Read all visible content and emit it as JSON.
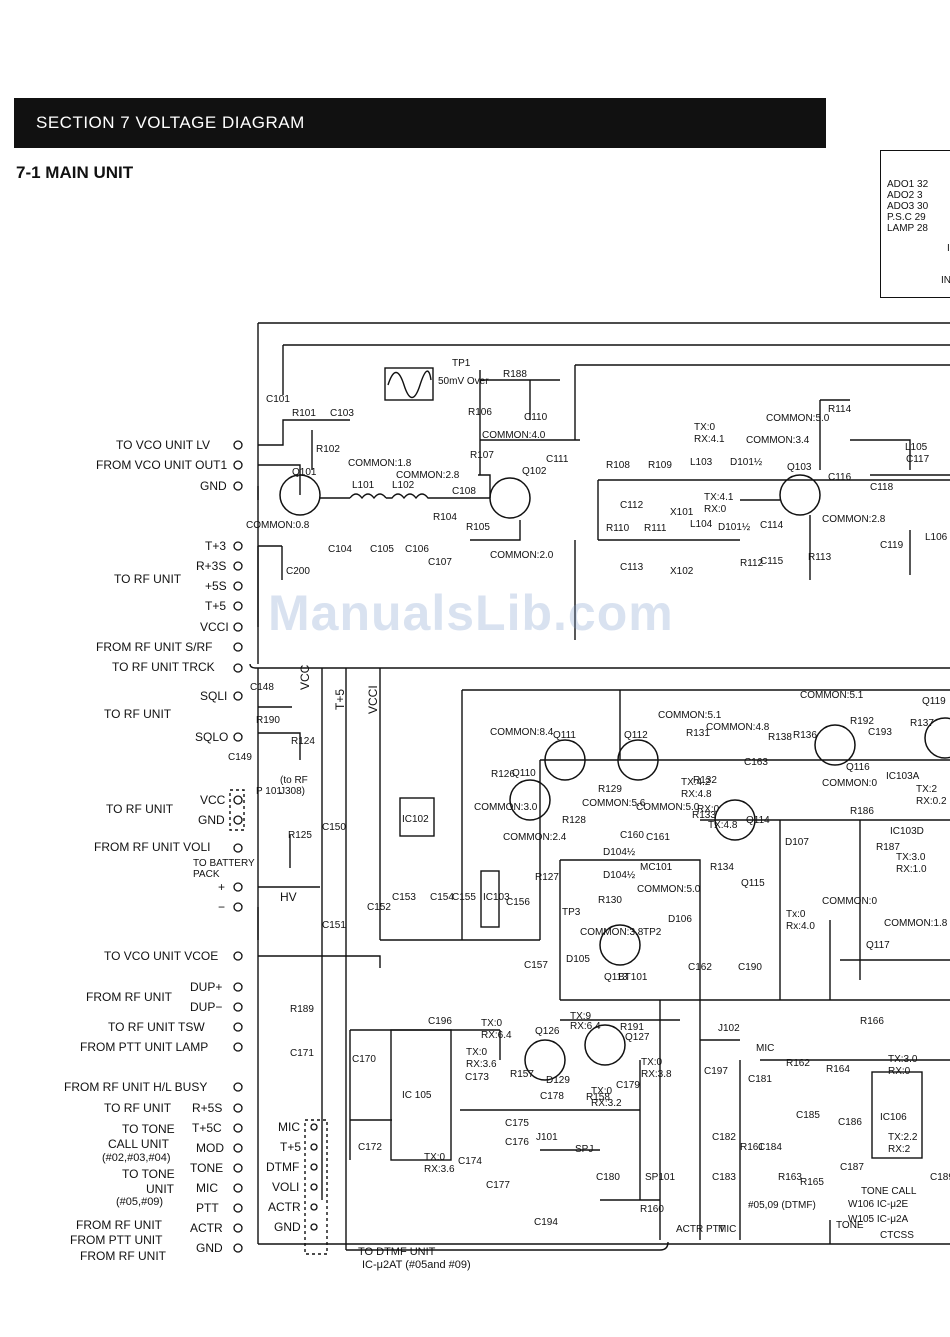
{
  "header": {
    "section_title": "SECTION 7   VOLTAGE DIAGRAM",
    "subsection_title": "7-1  MAIN UNIT"
  },
  "corner_box": {
    "lines": [
      "ADO1 32",
      "ADO2 3",
      "ADO3 30",
      "P.S.C 29",
      "LAMP 28",
      "I",
      "IN"
    ]
  },
  "watermark": "ManualsLib.com",
  "connector_labels": {
    "vco_lv": "TO VCO UNIT   LV",
    "vco_out1": "FROM VCO UNIT OUT1",
    "gnd_top": "GND",
    "t3": "T+3",
    "r3s": "R+3S",
    "p5s": "+5S",
    "t5": "T+5",
    "vcci": "VCCI",
    "to_rf_unit_1": "TO RF UNIT",
    "s_rf": "FROM RF UNIT S/RF",
    "trck": "TO  RF UNIT TRCK",
    "sqli": "SQLI",
    "sqlo": "SQLO",
    "to_rf_unit_2": "TO RF UNIT",
    "vcc": "VCC",
    "gnd_p101": "GND",
    "to_rf_unit_3": "TO RF UNIT",
    "voli": "FROM  RF UNIT  VOLI",
    "battery": "TO BATTERY PACK",
    "plus": "+",
    "minus": "−",
    "hv": "HV",
    "vcoe": "TO  VCO UNIT  VCOE",
    "dup_plus": "DUP+",
    "dup_minus": "DUP−",
    "from_rf_unit_dup": "FROM RF UNIT",
    "tsw": "TO RF UNIT   TSW",
    "lamp": "FROM PTT UNIT LAMP",
    "busy": "FROM RF UNIT H/L BUSY",
    "r5s": "R+5S",
    "to_rf_unit_4": "TO  RF UNIT",
    "t5c": "T+5C",
    "mod": "MOD",
    "to_tone_call": "TO TONE",
    "call_unit": "CALL UNIT",
    "call_unit_num": "(#02,#03,#04)",
    "tone": "TONE",
    "to_tone_unit": "TO TONE",
    "tone_unit": "UNIT",
    "tone_unit_num": "(#05,#09)",
    "mic": "MIC",
    "ptt": "PTT",
    "actr": "ACTR",
    "gnd_bottom": "GND",
    "from_rf_unit_a": "FROM RF UNIT",
    "from_ptt_unit": "FROM PTT UNIT",
    "from_rf_unit_b": "FROM RF UNIT",
    "to_dtmf": "TO DTMF UNIT",
    "dtmf_model": "IC-μ2AT (#05and #09)",
    "j_mic": "MIC",
    "j_t5": "T+5",
    "j_dtmf": "DTMF",
    "j_voli": "VOLI",
    "j_actr": "ACTR",
    "j_gnd": "GND",
    "p101": "P 101",
    "to_rf_j308": "(to RF J308)",
    "rail_vcc": "VCC",
    "rail_t5": "T+5",
    "rail_vcci": "VCCI"
  },
  "components": {
    "q101": "Q101",
    "q102": "Q102",
    "q103": "Q103",
    "q110": "Q110",
    "q111": "Q111",
    "q112": "Q112",
    "q113": "Q113",
    "q114": "Q114",
    "q115": "Q115",
    "q116": "Q116",
    "q117": "Q117",
    "q119": "Q119",
    "q126": "Q126",
    "q127": "Q127",
    "ic102": "IC102",
    "ic103": "IC103",
    "ic105": "IC 105",
    "ic106": "IC106",
    "ic103a": "IC103A",
    "ic103d": "IC103D",
    "tp1": "TP1",
    "tp2": "TP2",
    "tp3": "TP3",
    "x101": "X101",
    "x102": "X102",
    "l101": "L101",
    "l102": "L102",
    "l103": "L103",
    "l104": "L104",
    "l105": "L105",
    "l106": "L106",
    "d101a": "D101½",
    "d101b": "D101½",
    "d104a": "D104½",
    "d104b": "D104½",
    "d105": "D105",
    "d106": "D106",
    "d107": "D107",
    "d129": "D129",
    "j101": "J101",
    "j102": "J102",
    "mc101": "MC101",
    "sp101": "SP101",
    "bt101": "BT101",
    "spj": "SPJ",
    "mic_j": "MIC",
    "r101": "R101",
    "r102": "R102",
    "r104": "R104",
    "r105": "R105",
    "r106": "R106",
    "r107": "R107",
    "r108": "R108",
    "r109": "R109",
    "r110": "R110",
    "r111": "R111",
    "r112": "R112",
    "r113": "R113",
    "r114": "R114",
    "r124": "R124",
    "r125": "R125",
    "r126": "R126",
    "r127": "R127",
    "r128": "R128",
    "r129": "R129",
    "r130": "R130",
    "r131": "R131",
    "r132": "R132",
    "r133": "R133",
    "r134": "R134",
    "r136": "R136",
    "r137": "R137",
    "r138": "R138",
    "r157": "R157",
    "r158": "R158",
    "r160": "R160",
    "r161": "R161",
    "r162": "R162",
    "r163": "R163",
    "r164": "R164",
    "r165": "R165",
    "r166": "R166",
    "r186": "R186",
    "r187": "R187",
    "r188": "R188",
    "r189": "R189",
    "r190": "R190",
    "r191": "R191",
    "r192": "R192",
    "c101": "C101",
    "c103": "C103",
    "c104": "C104",
    "c105": "C105",
    "c106": "C106",
    "c107": "C107",
    "c108": "C108",
    "c110": "C110",
    "c111": "C111",
    "c112": "C112",
    "c113": "C113",
    "c114": "C114",
    "c115": "C115",
    "c116": "C116",
    "c117": "C117",
    "c118": "C118",
    "c119": "C119",
    "c148": "C148",
    "c149": "C149",
    "c150": "C150",
    "c151": "C151",
    "c152": "C152",
    "c153": "C153",
    "c154": "C154",
    "c155": "C155",
    "c156": "C156",
    "c157": "C157",
    "c160": "C160",
    "c161": "C161",
    "c162": "C162",
    "c163": "C163",
    "c170": "C170",
    "c171": "C171",
    "c172": "C172",
    "c173": "C173",
    "c174": "C174",
    "c175": "C175",
    "c176": "C176",
    "c177": "C177",
    "c178": "C178",
    "c179": "C179",
    "c180": "C180",
    "c181": "C181",
    "c182": "C182",
    "c183": "C183",
    "c184": "C184",
    "c185": "C185",
    "c186": "C186",
    "c187": "C187",
    "c189": "C189",
    "c190": "C190",
    "c193": "C193",
    "c194": "C194",
    "c196": "C196",
    "c197": "C197",
    "c200": "C200",
    "w106": "W106 IC-μ2E",
    "w105": "W105 IC-μ2A",
    "tone_call": "TONE CALL",
    "dtmf_note": "#05,09 (DTMF)",
    "ctcss": "CTCSS",
    "tone_v": "TONE",
    "mic_v": "MIC",
    "actr_ptt": "ACTR PTT"
  },
  "voltages": {
    "scope": "50mV Over",
    "q101_common": "COMMON:0.8",
    "l101_common": "COMMON:1.8",
    "l102_common": "COMMON:2.8",
    "q102_common40": "COMMON:4.0",
    "q102_common20": "COMMON:2.0",
    "l103_tx": "TX:0",
    "l103_rx": "RX:4.1",
    "x_tx": "TX:4.1",
    "x_rx": "RX:0",
    "q103_common50": "COMMON:5.0",
    "q103_common34": "COMMON:3.4",
    "q103_common28": "COMMON:2.8",
    "q111_common": "COMMON:8.4",
    "q112_common": "COMMON:5.1",
    "q110_common30": "COMMON:3.0",
    "q110_common24": "COMMON:2.4",
    "r129_common": "COMMON:5.6",
    "c160_common": "COMMON:5.0",
    "r131_common": "COMMON:4.8",
    "q114_tx": "TX:4.2",
    "q114_rx": "RX:4.8",
    "q114_tx48": "TX:4.8",
    "q114_rx0": "RX:0",
    "d104_common": "COMMON:5.0",
    "q113_common": "COMMON:3.8",
    "q115_tx": "Tx:0",
    "q115_rx": "Rx:4.0",
    "q116_common": "COMMON:5.1",
    "ic103_common0": "COMMON:0",
    "ic103a_tx": "TX:2",
    "ic103a_rx": "RX:0.2",
    "ic103d_tx": "TX:3.0",
    "ic103d_rx": "RX:1.0",
    "q117_common0": "COMMON:0",
    "q117_common18": "COMMON:1.8",
    "q126_tx": "TX:0",
    "q126_rx": "RX:6.4",
    "q127_tx": "TX:9",
    "q127_rx": "RX:6.4",
    "c173_tx": "TX:0",
    "c173_rx": "RX:3.6",
    "r158_tx": "TX:0",
    "r158_rx": "RX:3.2",
    "c179_tx": "TX:0",
    "c179_rx": "RX:3.8",
    "ic105_tx": "TX:0",
    "ic105_rx": "RX:3.6",
    "ic106_tx30": "TX:3.0",
    "ic106_rx0": "RX:0",
    "ic106_tx22": "TX:2.2",
    "ic106_rx2": "RX:2"
  }
}
